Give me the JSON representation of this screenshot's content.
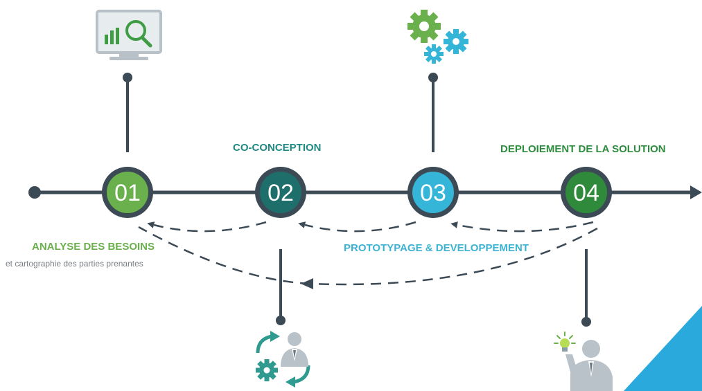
{
  "steps": [
    {
      "number": "01",
      "color": "#6ab04c"
    },
    {
      "number": "02",
      "color": "#1e6e6c"
    },
    {
      "number": "03",
      "color": "#35b5d8"
    },
    {
      "number": "04",
      "color": "#2f8b3b"
    }
  ],
  "labels": {
    "phase1_title": "ANALYSE DES BESOINS",
    "phase1_subtitle": "et cartographie des parties prenantes",
    "phase2_title": "CO-CONCEPTION",
    "phase3_title": "PROTOTYPAGE & DEVELOPPEMENT",
    "phase4_title": "DEPLOIEMENT DE LA SOLUTION"
  },
  "icons": [
    "analytics-monitor-icon",
    "gears-icon",
    "person-cycle-gear-icon",
    "person-lightbulb-icon"
  ],
  "colors": {
    "line": "#3c4a56",
    "accent_triangle": "#29a9dc"
  }
}
